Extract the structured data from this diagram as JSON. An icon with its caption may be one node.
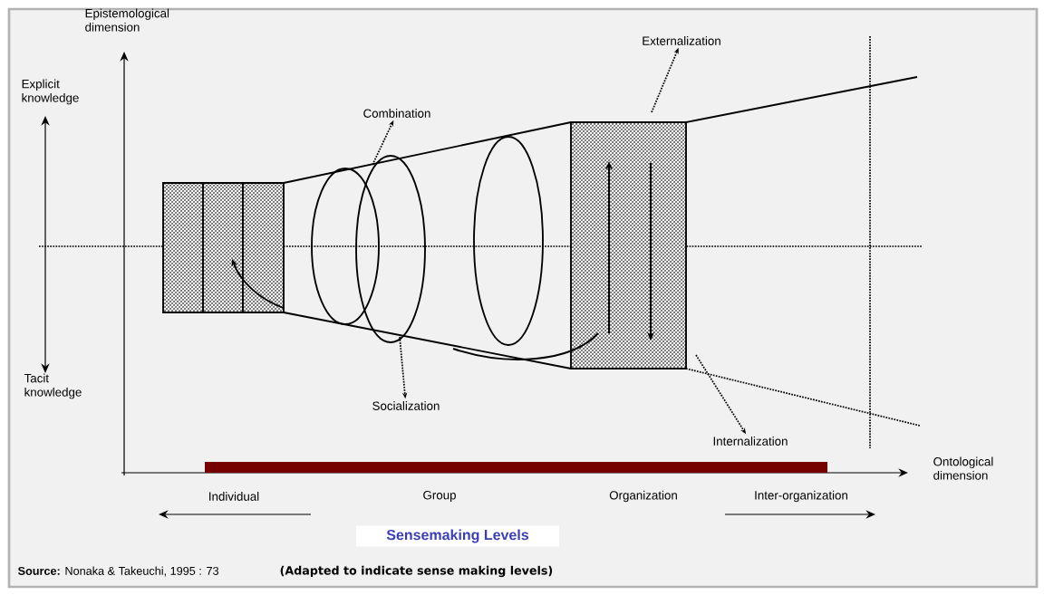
{
  "diagram": {
    "nodes": [
      {
        "text": [
          "Externalization"
        ]
      },
      {
        "text": [
          "Combination"
        ]
      },
      {
        "text": [
          "Socialization"
        ]
      },
      {
        "text": [
          "Internalization"
        ]
      }
    ],
    "edges": [
      {
        "from": null,
        "to": 0,
        "arrow": "to"
      },
      {
        "from": null,
        "to": 1,
        "arrow": "to"
      },
      {
        "from": null,
        "to": 2,
        "arrow": "to"
      },
      {
        "from": null,
        "to": 3,
        "arrow": "to"
      }
    ],
    "labels": [
      "Epistemological dimension",
      "Explicit knowledge",
      "Tacit knowledge",
      "Ontological dimension",
      "Individual",
      "Group",
      "Organization",
      "Inter-organization",
      "Sensemaking Levels",
      "**Source:** Nonaka & Takeuchi, 1995 : 73",
      "(Adapted to indicate sense making levels)"
    ]
  }
}
